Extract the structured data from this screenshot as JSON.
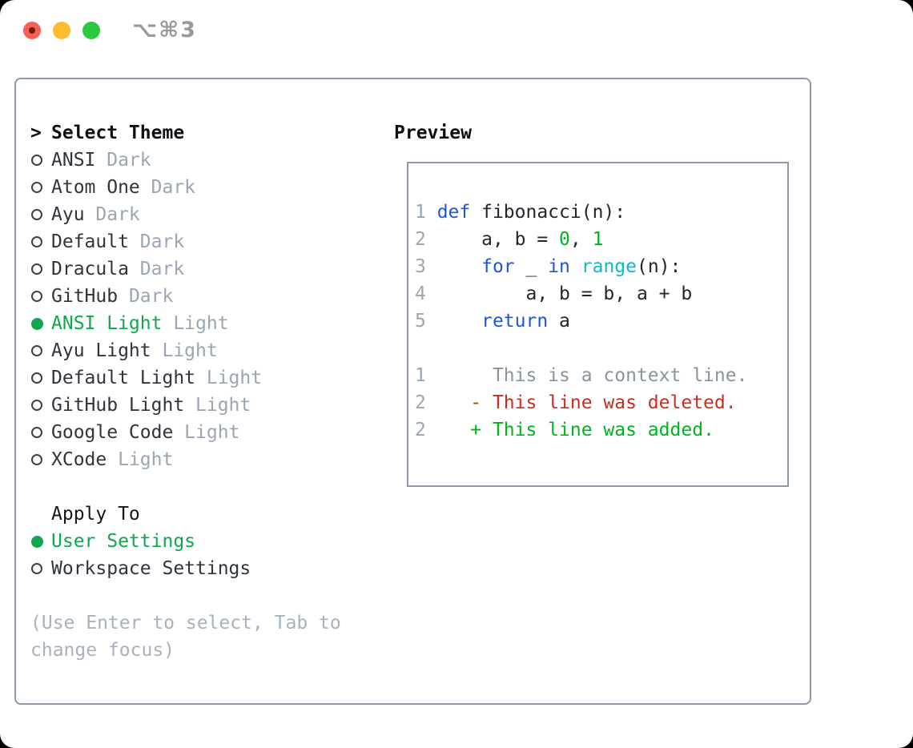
{
  "titlebar": {
    "shortcut": "⌥⌘3",
    "traffic_lights": [
      "close",
      "minimize",
      "zoom"
    ]
  },
  "theme_panel": {
    "header_prefix": ">",
    "header": "Select Theme",
    "items": [
      {
        "label": "ANSI",
        "variant": "Dark",
        "selected": false
      },
      {
        "label": "Atom One",
        "variant": "Dark",
        "selected": false
      },
      {
        "label": "Ayu",
        "variant": "Dark",
        "selected": false
      },
      {
        "label": "Default",
        "variant": "Dark",
        "selected": false
      },
      {
        "label": "Dracula",
        "variant": "Dark",
        "selected": false
      },
      {
        "label": "GitHub",
        "variant": "Dark",
        "selected": false
      },
      {
        "label": "ANSI Light",
        "variant": "Light",
        "selected": true
      },
      {
        "label": "Ayu Light",
        "variant": "Light",
        "selected": false
      },
      {
        "label": "Default Light",
        "variant": "Light",
        "selected": false
      },
      {
        "label": "GitHub Light",
        "variant": "Light",
        "selected": false
      },
      {
        "label": "Google Code",
        "variant": "Light",
        "selected": false
      },
      {
        "label": "XCode",
        "variant": "Light",
        "selected": false
      }
    ],
    "apply_to": {
      "header": "Apply To",
      "options": [
        {
          "label": "User Settings",
          "selected": true
        },
        {
          "label": "Workspace Settings",
          "selected": false
        }
      ]
    },
    "hint_lines": [
      "(Use Enter to select, Tab to",
      "change focus)"
    ]
  },
  "preview": {
    "header": "Preview",
    "code_lines": [
      {
        "num": "1",
        "tokens": [
          {
            "text": "def",
            "color": "keyword"
          },
          {
            "text": " fibonacci(n):",
            "color": "default"
          }
        ]
      },
      {
        "num": "2",
        "tokens": [
          {
            "text": "    a, b = ",
            "color": "default"
          },
          {
            "text": "0",
            "color": "number"
          },
          {
            "text": ", ",
            "color": "default"
          },
          {
            "text": "1",
            "color": "number"
          }
        ]
      },
      {
        "num": "3",
        "tokens": [
          {
            "text": "    ",
            "color": "default"
          },
          {
            "text": "for",
            "color": "keyword"
          },
          {
            "text": " _ ",
            "color": "default"
          },
          {
            "text": "in",
            "color": "keyword"
          },
          {
            "text": " ",
            "color": "default"
          },
          {
            "text": "range",
            "color": "builtin"
          },
          {
            "text": "(n):",
            "color": "default"
          }
        ]
      },
      {
        "num": "4",
        "tokens": [
          {
            "text": "        a, b = b, a + b",
            "color": "default"
          }
        ]
      },
      {
        "num": "5",
        "tokens": [
          {
            "text": "    ",
            "color": "default"
          },
          {
            "text": "return",
            "color": "keyword"
          },
          {
            "text": " a",
            "color": "default"
          }
        ]
      }
    ],
    "diff_lines": [
      {
        "num": "1",
        "text": "     This is a context line.",
        "type": "context"
      },
      {
        "num": "2",
        "text": "   - This line was deleted.",
        "type": "deleted"
      },
      {
        "num": "2",
        "text": "   + This line was added.",
        "type": "added"
      }
    ]
  },
  "colors": {
    "selected_green": "#0ea84d",
    "added_green": "#00b31e",
    "number_green": "#00b31e",
    "keyword_blue": "#1f57d8",
    "builtin_cyan": "#12b6ca",
    "deleted_red": "#c5301f",
    "traffic_red": "#f85f57",
    "traffic_yellow": "#febc2e",
    "traffic_green": "#2bc840",
    "frame_border": "#8d98a8"
  }
}
